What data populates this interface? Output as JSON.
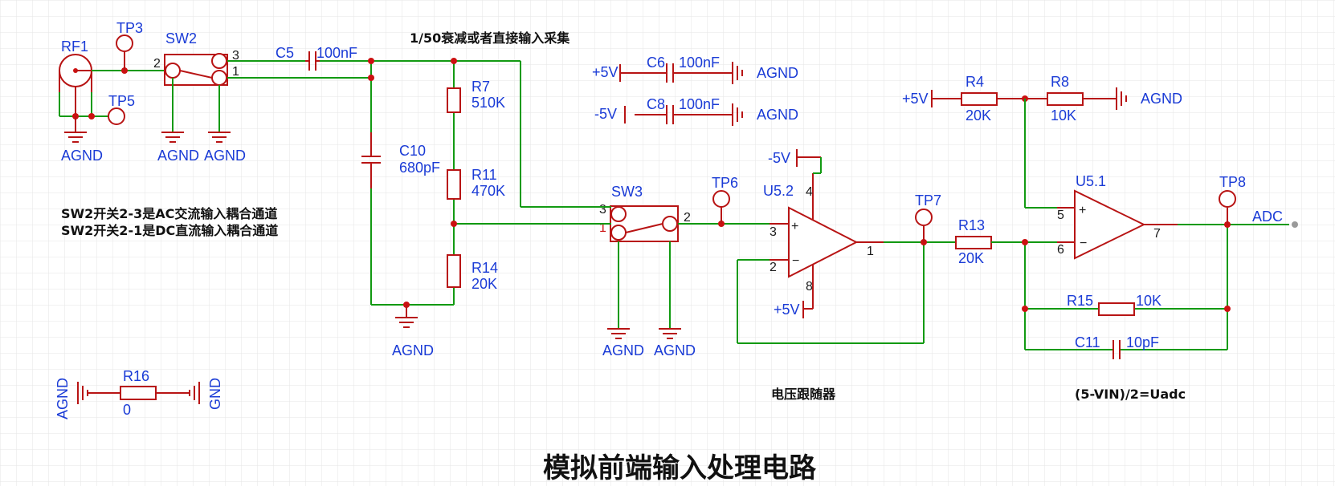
{
  "title": "模拟前端输入处理电路",
  "notes": {
    "attenuation": "1/50衰减或者直接输入采集",
    "sw2_ac": "SW2开关2-3是AC交流输入耦合通道",
    "sw2_dc": "SW2开关2-1是DC直流输入耦合通道",
    "follower": "电压跟随器",
    "formula": "(5-VIN)/2=Uadc"
  },
  "nets": {
    "agnd": "AGND",
    "gnd": "GND",
    "p5v": "+5V",
    "n5v": "-5V",
    "adc": "ADC"
  },
  "components": {
    "rf1": "RF1",
    "tp3": "TP3",
    "tp5": "TP5",
    "tp6": "TP6",
    "tp7": "TP7",
    "tp8": "TP8",
    "sw2": "SW2",
    "sw3": "SW3",
    "c5": {
      "ref": "C5",
      "value": "100nF"
    },
    "c6": {
      "ref": "C6",
      "value": "100nF"
    },
    "c8": {
      "ref": "C8",
      "value": "100nF"
    },
    "c10": {
      "ref": "C10",
      "value": "680pF"
    },
    "c11": {
      "ref": "C11",
      "value": "10pF"
    },
    "r4": {
      "ref": "R4",
      "value": "20K"
    },
    "r7": {
      "ref": "R7",
      "value": "510K"
    },
    "r8": {
      "ref": "R8",
      "value": "10K"
    },
    "r11": {
      "ref": "R11",
      "value": "470K"
    },
    "r13": {
      "ref": "R13",
      "value": "20K"
    },
    "r14": {
      "ref": "R14",
      "value": "20K"
    },
    "r15": {
      "ref": "R15",
      "value": "10K"
    },
    "r16": {
      "ref": "R16",
      "value": "0"
    },
    "u52": "U5.2",
    "u51": "U5.1"
  },
  "pins": {
    "p1": "1",
    "p2": "2",
    "p3": "3",
    "p4": "4",
    "p5": "5",
    "p6": "6",
    "p7": "7",
    "p8": "8",
    "plus": "+",
    "minus": "−"
  },
  "colors": {
    "wire": "#129a12",
    "part": "#b81414",
    "junction": "#cc1111",
    "text": "#1a3bd6"
  }
}
